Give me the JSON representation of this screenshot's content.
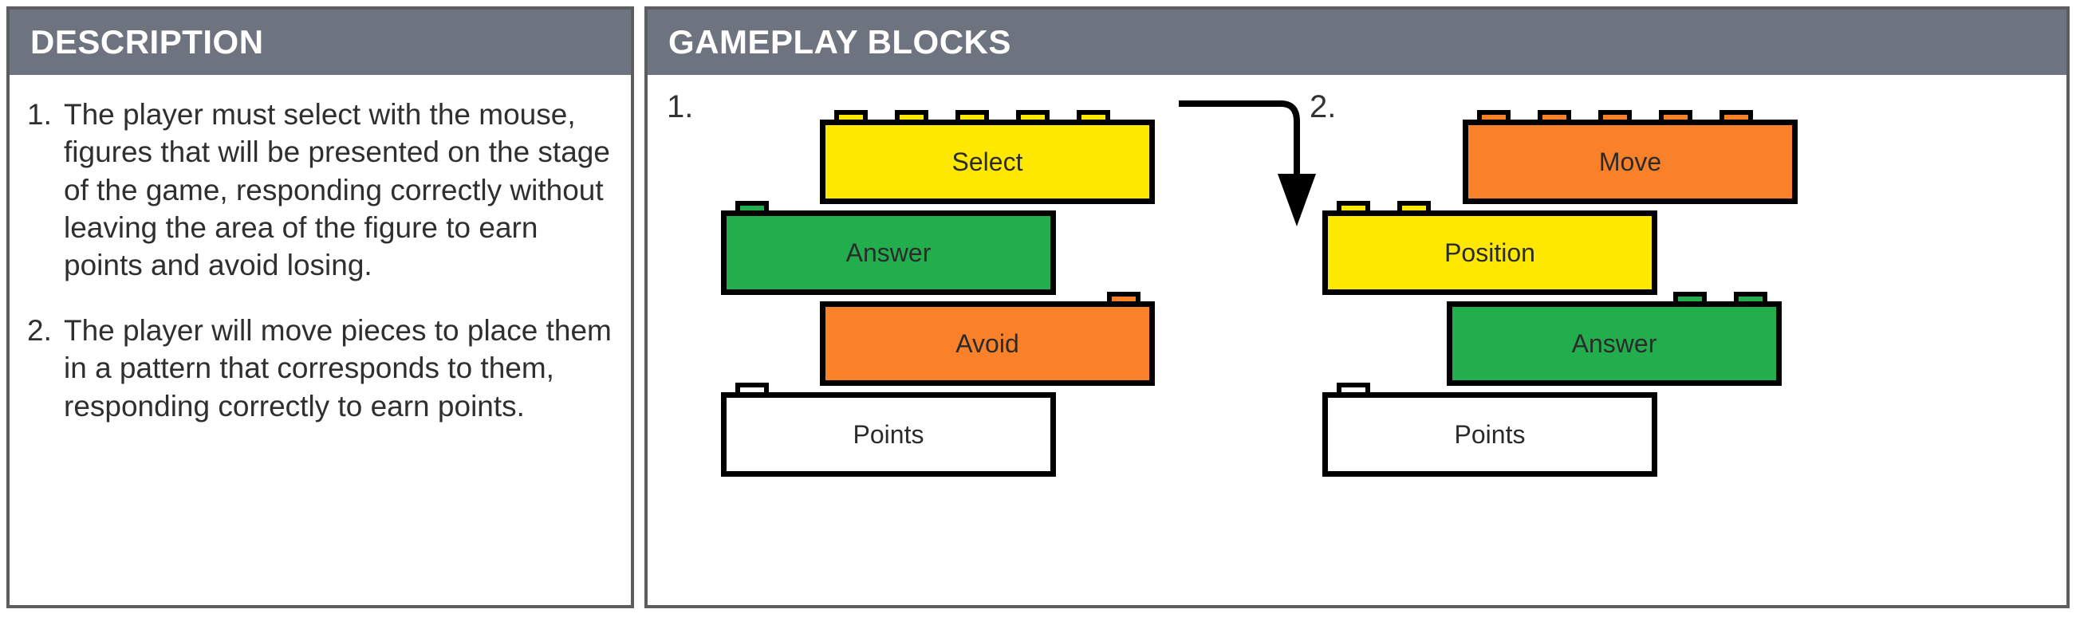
{
  "panels": {
    "description": {
      "title": "DESCRIPTION",
      "items": [
        {
          "number": "1.",
          "text": "The player must select with the mouse, figures that will be presented on the stage of the game, responding correctly without leaving the area of the figure to earn points and avoid losing."
        },
        {
          "number": "2.",
          "text": "The player will move pieces to place them in a pattern that corresponds to them, responding correctly to earn points."
        }
      ]
    },
    "gameplay": {
      "title": "GAMEPLAY BLOCKS",
      "stacks": [
        {
          "number": "1.",
          "bricks": [
            {
              "label": "Select",
              "color": "#FFE800"
            },
            {
              "label": "Answer",
              "color": "#22AE4C"
            },
            {
              "label": "Avoid",
              "color": "#F9812A"
            },
            {
              "label": "Points",
              "color": "#FFFFFF"
            }
          ]
        },
        {
          "number": "2.",
          "bricks": [
            {
              "label": "Move",
              "color": "#F9812A"
            },
            {
              "label": "Position",
              "color": "#FFE800"
            },
            {
              "label": "Answer",
              "color": "#22AE4C"
            },
            {
              "label": "Points",
              "color": "#FFFFFF"
            }
          ]
        }
      ],
      "arrow": "elbow-down-arrow-icon"
    }
  },
  "colors": {
    "header_bg": "#6E747F",
    "header_text": "#FFFFFF",
    "panel_border": "#5D5D5D",
    "body_text": "#2F2F2F",
    "brick_outline": "#000000",
    "yellow": "#FFE800",
    "green": "#22AE4C",
    "orange": "#F9812A",
    "white": "#FFFFFF"
  }
}
